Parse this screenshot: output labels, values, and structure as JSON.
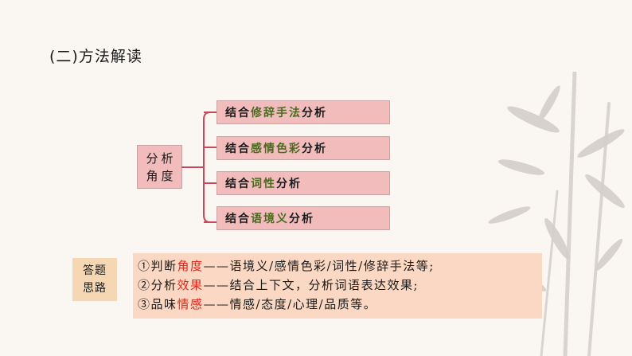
{
  "title": "(二)方法解读",
  "main_label": [
    "分析",
    "角度"
  ],
  "items": [
    {
      "pre": "结合",
      "hl": "修辞手法",
      "post": "分析"
    },
    {
      "pre": "结合",
      "hl": "感情色彩",
      "post": "分析"
    },
    {
      "pre": "结合",
      "hl": "词性",
      "post": "分析"
    },
    {
      "pre": "结合",
      "hl": "语境义",
      "post": "分析"
    }
  ],
  "answer_label": [
    "答题",
    "思路"
  ],
  "answers": [
    {
      "pre": "①判断",
      "hl": "角度",
      "post": "——语境义/感情色彩/词性/修辞手法等;"
    },
    {
      "pre": "②分析",
      "hl": "效果",
      "post": "——结合上下文，分析词语表达效果;"
    },
    {
      "pre": "③品味",
      "hl": "情感",
      "post": "——情感/态度/心理/品质等。"
    }
  ]
}
